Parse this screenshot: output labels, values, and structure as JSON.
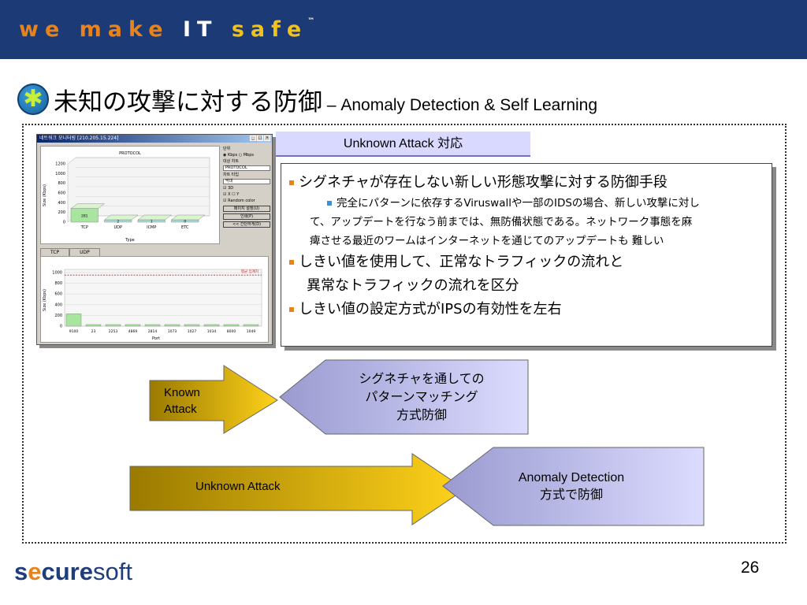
{
  "banner": {
    "logo_part1": "we make",
    "logo_part2": "IT",
    "logo_part3": "safe",
    "logo_tm": "™"
  },
  "title": {
    "icon": "asterisk-badge-icon",
    "jp": "未知の攻撃に対する防御",
    "en": " – Anomaly Detection & Self Learning"
  },
  "screenshot": {
    "window_title": "네트워크 모니터링 [210.205.15.224]",
    "chart1_title": "PROTOCOL",
    "chart1_yaxis": [
      "1200",
      "1000",
      "800",
      "600",
      "400",
      "200",
      "0"
    ],
    "chart1_ylabel": "Size (Kbps)",
    "chart1_categories": [
      "TCP",
      "UDP",
      "ICMP",
      "ETC"
    ],
    "chart1_values": [
      281,
      2,
      1,
      0
    ],
    "chart1_xlabel": "Type",
    "panel_unit": "단위",
    "panel_unit_opt1": "Kbps",
    "panel_unit_opt2": "Mbps",
    "panel_target_label": "대상 차트",
    "panel_target_value": "PROTOCOL",
    "panel_charttype_label": "차트 타입",
    "panel_charttype_value": "막대",
    "panel_cb1": "3D",
    "panel_cb2": "X",
    "panel_cb3": "Y",
    "panel_cb4": "Random color",
    "panel_btn1": "페이지 설정(U)",
    "panel_btn2": "인쇄(P)",
    "panel_btn3": "<< 간단하게(D)",
    "tab1": "TCP",
    "tab2": "UDP",
    "chart2_yaxis": [
      "1000",
      "800",
      "600",
      "400",
      "200",
      "0"
    ],
    "chart2_ylabel": "Size (Kbps)",
    "chart2_threshold_label": "평균 임계치",
    "chart2_categories": [
      "9100",
      "23",
      "2253",
      "4869",
      "2814",
      "1073",
      "1027",
      "1034",
      "8000",
      "1049"
    ],
    "chart2_values": [
      230,
      2,
      1,
      1,
      1,
      1,
      1,
      1,
      1,
      1
    ],
    "chart2_xlabel": "Port"
  },
  "box_head": "Unknown Attack 対応",
  "bullets": {
    "item1": "シグネチャが存在しない新しい形態攻撃に対する防御手段",
    "item1_sub_line1": "完全にパターンに依存するViruswallや一部のIDSの場合、新しい攻撃に対し",
    "item1_sub_line2": "て、アップデートを行なう前までは、無防備状態である。ネットワーク事態を麻",
    "item1_sub_line3": "痺させる最近のワームはインターネットを通じてのアップデートも 難しい",
    "item2_line1": "しきい値を使用して、正常なトラフィックの流れと",
    "item2_line2": "異常なトラフィックの流れを区分",
    "item3": "しきい値の設定方式がIPSの有効性を左右"
  },
  "diagram": {
    "known_line1": "Known",
    "known_line2": "Attack",
    "signature_line1": "シグネチャを通しての",
    "signature_line2": "パターンマッチング",
    "signature_line3": "方式防御",
    "unknown": "Unknown Attack",
    "anomaly_line1": "Anomaly Detection",
    "anomaly_line2": "方式で防御"
  },
  "footer": {
    "logo_s": "s",
    "logo_e": "e",
    "logo_cure": "cure",
    "logo_soft": "soft",
    "page_number": "26"
  },
  "colors": {
    "banner": "#1c3a75",
    "accent_orange": "#e8821d",
    "arrow_gold": "#e0b000",
    "arrow_pale": "#c8c8ff"
  }
}
